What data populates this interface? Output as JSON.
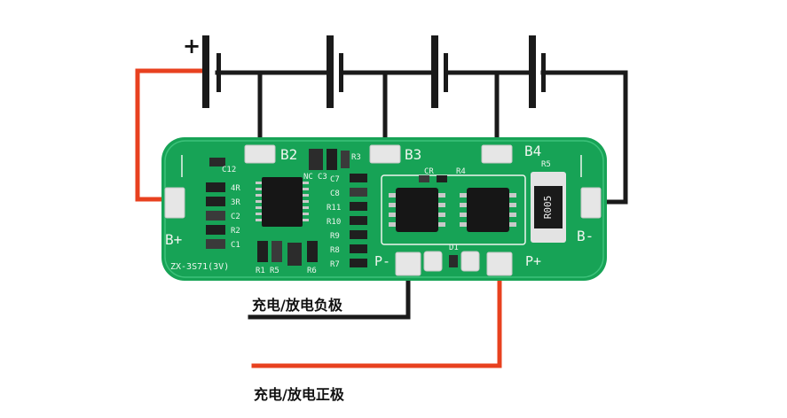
{
  "colors": {
    "wire_black": "#1a1a1a",
    "wire_red": "#e8411f",
    "pcb_green": "#17a356",
    "pad_silver": "#e6e6e6",
    "chip_black": "#161616",
    "silkscreen": "#eef5ee"
  },
  "battery": {
    "plus_sign": "+"
  },
  "board": {
    "pads": {
      "b_minus": "B-",
      "b_plus": "B+",
      "b2": "B2",
      "b3": "B3",
      "b4": "B4",
      "p_minus": "P-",
      "p_plus": "P+"
    },
    "silkscreen": {
      "model": "ZX-3S71(3V)",
      "c12": "C12",
      "r4_left": "4R",
      "r3_left": "3R",
      "c2": "C2",
      "r2": "R2",
      "c1": "C1",
      "r1": "R1",
      "r5_bottom": "R5",
      "r6": "R6",
      "c3": "C3",
      "nc": "NC",
      "c7": "C7",
      "c8": "C8",
      "r11": "R11",
      "r10": "R10",
      "r9": "R9",
      "r8": "R8",
      "r7": "R7",
      "r3_top": "R3",
      "cr": "CR",
      "r4_mid": "R4",
      "r5_top": "R5",
      "d1": "D1",
      "shunt_value": "R005"
    }
  },
  "labels": {
    "negative": "充电/放电负极",
    "positive": "充电/放电正极"
  }
}
